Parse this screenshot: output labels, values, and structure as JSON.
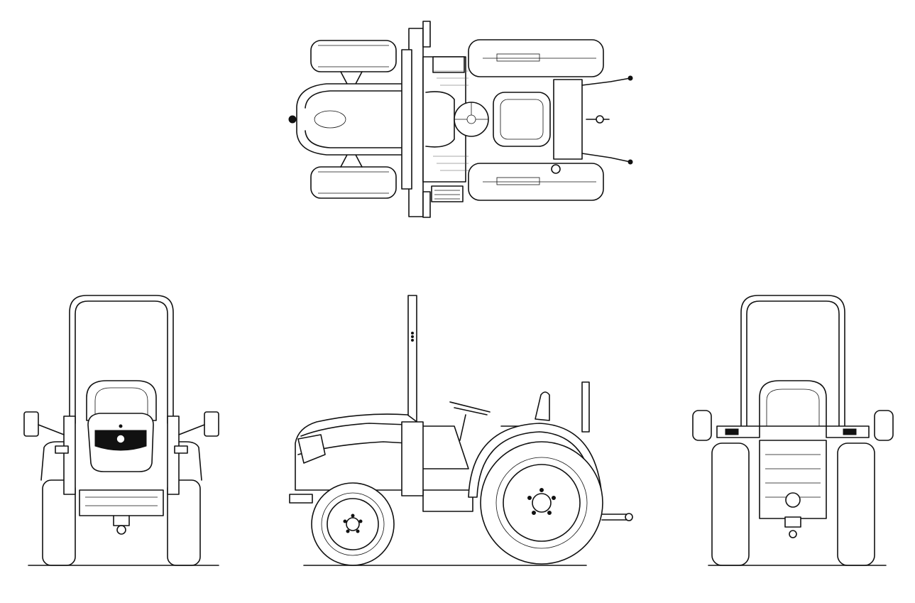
{
  "drawing": {
    "views": [
      {
        "id": "top-view"
      },
      {
        "id": "front-view"
      },
      {
        "id": "side-view"
      },
      {
        "id": "rear-view"
      }
    ],
    "line_color": "#111111",
    "background": "#ffffff"
  }
}
